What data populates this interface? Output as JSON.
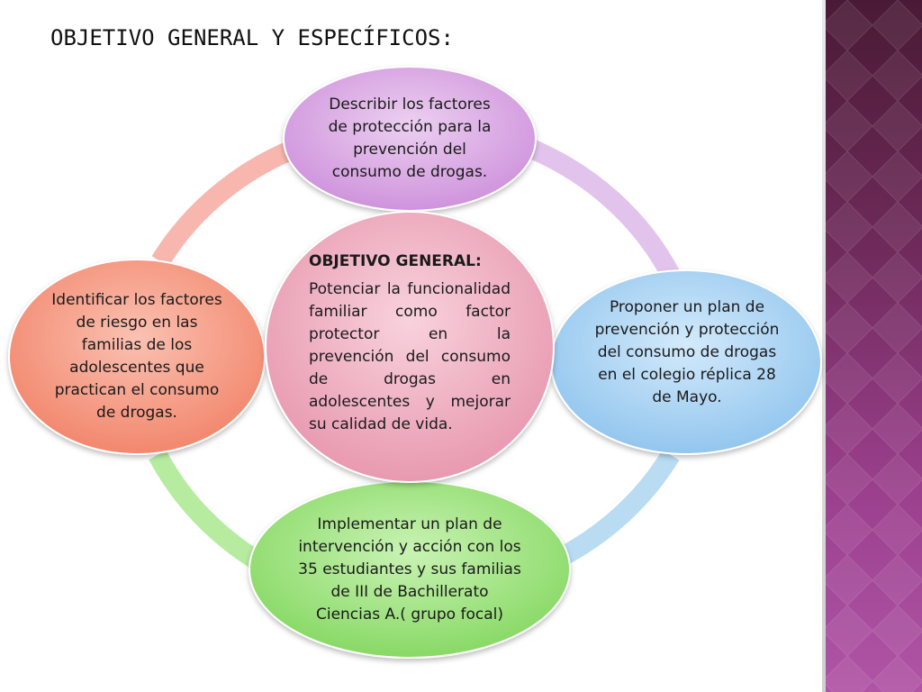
{
  "slide": {
    "title": "OBJETIVO GENERAL Y ESPECÍFICOS:"
  },
  "center": {
    "title": "OBJETIVO GENERAL:",
    "body": "Potenciar la funcionalidad familiar como factor protector en la prevención del consumo de drogas en adolescentes y mejorar su calidad de vida."
  },
  "nodes": {
    "top": "Describir los factores de protección para la prevención del consumo de drogas.",
    "left": "Identificar los factores de riesgo en las familias de los adolescentes que practican el consumo de drogas.",
    "right": "Proponer un plan de prevención y protección del consumo de drogas en el colegio réplica 28 de Mayo.",
    "bottom": "Implementar un plan de intervención y acción con los 35 estudiantes y sus familias de III de Bachillerato Ciencias A.( grupo focal)"
  },
  "colors": {
    "top": "#d9a8e3",
    "left": "#f5977f",
    "right": "#a9d3f2",
    "bottom": "#9ee27f",
    "center": "#f0b2c3",
    "panel": "#8a3478"
  }
}
